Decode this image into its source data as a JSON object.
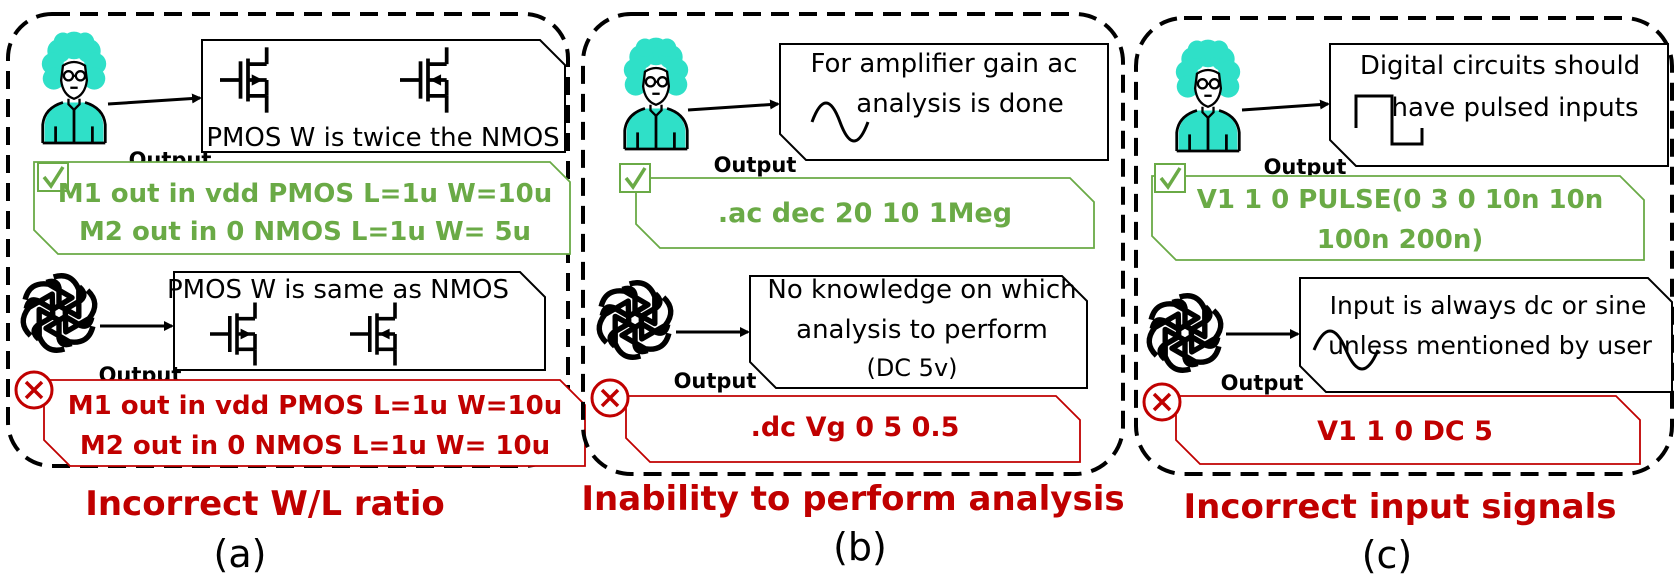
{
  "colors": {
    "good": "#6aaa46",
    "bad": "#c00000",
    "caption": "#c00000",
    "human": "#2fe0c8",
    "ink": "#000000"
  },
  "icons": {
    "human": "engineer-avatar-icon",
    "ai": "openai-logo-icon",
    "check": "checkmark-icon",
    "cross": "cross-icon"
  },
  "panels": [
    {
      "id": "a",
      "caption": "Incorrect W/L ratio",
      "sublabel": "(a)",
      "human": {
        "note": [
          "PMOS W is twice the NMOS"
        ],
        "output_label": "Output",
        "netlist": [
          "M1 out in vdd PMOS L=1u W=10u",
          "M2 out in 0 NMOS L=1u W= 5u"
        ]
      },
      "ai": {
        "note": [
          "PMOS W is same as NMOS"
        ],
        "output_label": "Output",
        "netlist": [
          "M1 out in vdd PMOS L=1u W=10u",
          "M2 out in 0 NMOS L=1u W= 10u"
        ]
      }
    },
    {
      "id": "b",
      "caption": "Inability to perform analysis",
      "sublabel": "(b)",
      "human": {
        "note": [
          "For amplifier gain ac",
          "analysis is done"
        ],
        "output_label": "Output",
        "netlist": [
          ".ac dec 20 10 1Meg"
        ]
      },
      "ai": {
        "note": [
          "No knowledge on which",
          "analysis to perform",
          "(DC 5v)"
        ],
        "output_label": "Output",
        "netlist": [
          ".dc Vg 0 5 0.5"
        ]
      }
    },
    {
      "id": "c",
      "caption": "Incorrect input signals",
      "sublabel": "(c)",
      "human": {
        "note": [
          "Digital circuits should",
          "have pulsed inputs"
        ],
        "output_label": "Output",
        "netlist": [
          "V1 1 0 PULSE(0 3 0 10n 10n",
          "100n 200n)"
        ]
      },
      "ai": {
        "note": [
          "Input is always dc or sine",
          "unless mentioned by user"
        ],
        "output_label": "Output",
        "netlist": [
          "V1 1 0 DC 5"
        ]
      }
    }
  ]
}
